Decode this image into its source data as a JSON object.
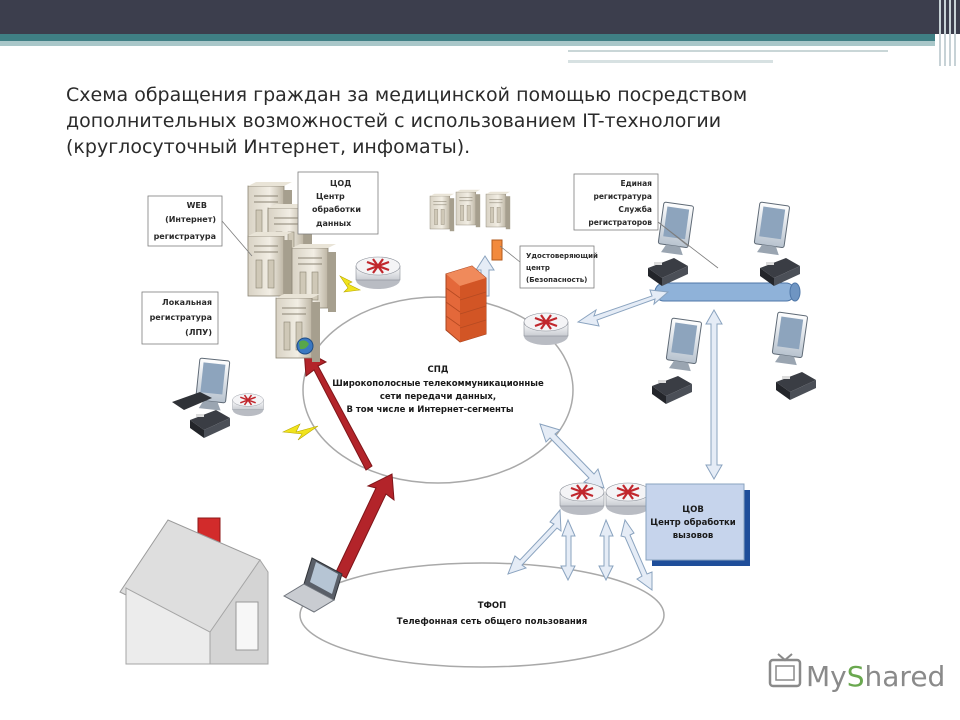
{
  "title_lines": [
    "Схема обращения граждан за медицинской помощью посредством",
    "дополнительных возможностей с использованием IT-технологии",
    "(круглосуточный Интернет, инфоматы)."
  ],
  "labels": {
    "web": [
      "WEB",
      "(Интернет)",
      "регистратура"
    ],
    "cod": [
      "ЦОД",
      "Центр",
      "обработки",
      "данных"
    ],
    "uc": [
      "Удостоверяющий",
      "центр",
      "(Безопасность)"
    ],
    "edinaya": [
      "Единая",
      "регистратура",
      "Служба",
      "регистраторов"
    ],
    "local": [
      "Локальная",
      "регистратура",
      "(ЛПУ)"
    ],
    "spd": [
      "СПД",
      "Широкополосные телекоммуникационные",
      "сети передачи данных,",
      "В том числе и Интернет-сегменты"
    ],
    "cov": [
      "ЦОВ",
      "Центр обработки",
      "вызовов"
    ],
    "tfop": [
      "ТФОП",
      "Телефонная сеть общего пользования"
    ]
  },
  "watermark": {
    "prefix": "My",
    "accent": "S",
    "suffix": "hared"
  },
  "icons": [
    "server-icon",
    "router-icon",
    "firewall-icon",
    "person-icon",
    "monitor-icon",
    "phone-icon",
    "laptop-icon",
    "house-icon",
    "globe-icon",
    "lightning-icon"
  ],
  "colors": {
    "topbar": "#3c3e4d",
    "stripe": "#3f7f84",
    "arrow_red": "#b3242a",
    "cov_box": "#c6d4ec",
    "bus": "#8fb2d9"
  }
}
